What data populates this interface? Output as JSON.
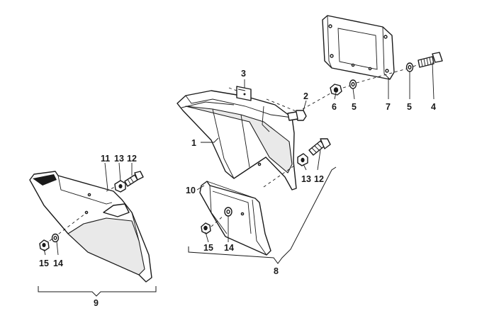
{
  "diagram": {
    "callouts": [
      {
        "id": "c1",
        "text": "1"
      },
      {
        "id": "c2",
        "text": "2"
      },
      {
        "id": "c3",
        "text": "3"
      },
      {
        "id": "c4",
        "text": "4"
      },
      {
        "id": "c5a",
        "text": "5"
      },
      {
        "id": "c5b",
        "text": "5"
      },
      {
        "id": "c6",
        "text": "6"
      },
      {
        "id": "c7",
        "text": "7"
      },
      {
        "id": "c8",
        "text": "8"
      },
      {
        "id": "c9",
        "text": "9"
      },
      {
        "id": "c10",
        "text": "10"
      },
      {
        "id": "c11",
        "text": "11"
      },
      {
        "id": "c12a",
        "text": "12"
      },
      {
        "id": "c12b",
        "text": "12"
      },
      {
        "id": "c13a",
        "text": "13"
      },
      {
        "id": "c13b",
        "text": "13"
      },
      {
        "id": "c14a",
        "text": "14"
      },
      {
        "id": "c14b",
        "text": "14"
      },
      {
        "id": "c15a",
        "text": "15"
      },
      {
        "id": "c15b",
        "text": "15"
      }
    ]
  }
}
